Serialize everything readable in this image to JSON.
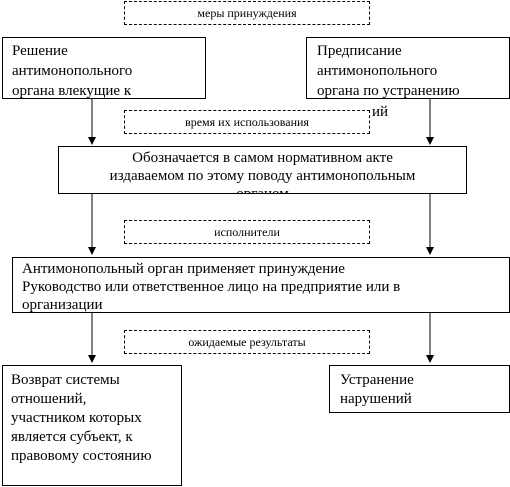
{
  "labels": {
    "coercion_measures": "меры принуждения",
    "time_of_use": "время их использования",
    "performers": "исполнители",
    "expected_results": "ожидаемые результаты"
  },
  "boxes": {
    "decision": "Решение\nантимонопольного\nоргана влекущие к\nизменениям деят",
    "decision_hidden_tail": "ий",
    "order": "Предписание\nантимонопольного\nоргана по устранению",
    "designation": "Обозначается в самом нормативном акте\nиздаваемом по этому поводу антимонопольным\nорганом",
    "performers_box": "Антимонопольный орган применяет принуждение\nРуководство или ответственное лицо на предприятие или в\nорганизации",
    "restore": "Возврат системы\nотношений,\nучастником которых\nявляется субъект, к\nправовому состоянию",
    "elimination": "Устранение\nнарушений"
  }
}
